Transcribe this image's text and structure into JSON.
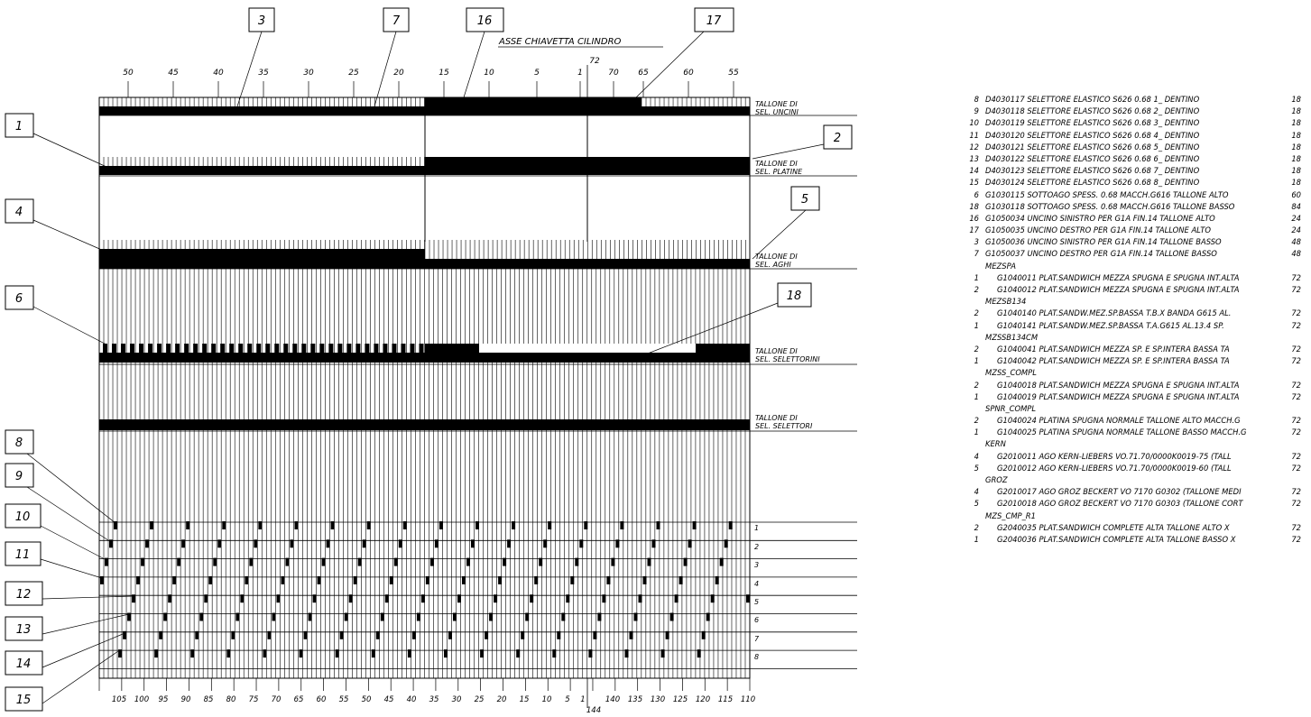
{
  "title": "ASSE CHIAVETTA CILINDRO",
  "top_scale": [
    "50",
    "45",
    "40",
    "35",
    "30",
    "25",
    "20",
    "15",
    "10",
    "5",
    "1",
    "70",
    "65",
    "60",
    "55"
  ],
  "top_scale_marker": "72",
  "bottom_scale": [
    "105",
    "100",
    "95",
    "90",
    "85",
    "80",
    "75",
    "70",
    "65",
    "60",
    "55",
    "50",
    "45",
    "40",
    "35",
    "30",
    "25",
    "20",
    "15",
    "10",
    "5",
    "1",
    "140",
    "135",
    "130",
    "125",
    "120",
    "115",
    "110"
  ],
  "bottom_scale_marker": "144",
  "tracks": [
    {
      "label_1": "TALLONE DI",
      "label_2": "SEL. UNCINI"
    },
    {
      "label_1": "TALLONE DI",
      "label_2": "SEL. PLATINE"
    },
    {
      "label_1": "TALLONE DI",
      "label_2": "SEL. AGHI"
    },
    {
      "label_1": "TALLONE DI",
      "label_2": "SEL. SELETTORINI"
    },
    {
      "label_1": "TALLONE DI",
      "label_2": "SEL. SELETTORI"
    }
  ],
  "selector_rows": [
    "1",
    "2",
    "3",
    "4",
    "5",
    "6",
    "7",
    "8"
  ],
  "callouts": [
    "1",
    "2",
    "3",
    "4",
    "5",
    "6",
    "7",
    "8",
    "9",
    "10",
    "11",
    "12",
    "13",
    "14",
    "15",
    "16",
    "17",
    "18"
  ],
  "bom": [
    {
      "qty": "8",
      "desc": "D4030117 SELETTORE ELASTICO S626 0.68 1_ DENTINO",
      "total": "18"
    },
    {
      "qty": "9",
      "desc": "D4030118 SELETTORE ELASTICO S626 0.68 2_ DENTINO",
      "total": "18"
    },
    {
      "qty": "10",
      "desc": "D4030119 SELETTORE ELASTICO S626 0.68 3_ DENTINO",
      "total": "18"
    },
    {
      "qty": "11",
      "desc": "D4030120 SELETTORE ELASTICO S626 0.68 4_ DENTINO",
      "total": "18"
    },
    {
      "qty": "12",
      "desc": "D4030121 SELETTORE ELASTICO S626 0.68 5_ DENTINO",
      "total": "18"
    },
    {
      "qty": "13",
      "desc": "D4030122 SELETTORE ELASTICO S626 0.68 6_ DENTINO",
      "total": "18"
    },
    {
      "qty": "14",
      "desc": "D4030123 SELETTORE ELASTICO S626 0.68 7_ DENTINO",
      "total": "18"
    },
    {
      "qty": "15",
      "desc": "D4030124 SELETTORE ELASTICO S626 0.68 8_ DENTINO",
      "total": "18"
    },
    {
      "qty": "6",
      "desc": "G1030115 SOTTOAGO SPESS. 0.68 MACCH.G616  TALLONE ALTO",
      "total": "60"
    },
    {
      "qty": "18",
      "desc": "G1030118 SOTTOAGO SPESS. 0.68 MACCH.G616  TALLONE BASSO",
      "total": "84"
    },
    {
      "qty": "16",
      "desc": "G1050034 UNCINO SINISTRO PER G1A FIN.14 TALLONE ALTO",
      "total": "24"
    },
    {
      "qty": "17",
      "desc": "G1050035 UNCINO DESTRO PER G1A FIN.14 TALLONE ALTO",
      "total": "24"
    },
    {
      "qty": "3",
      "desc": "G1050036 UNCINO SINISTRO PER G1A FIN.14 TALLONE BASSO",
      "total": "48"
    },
    {
      "qty": "7",
      "desc": "G1050037 UNCINO DESTRO PER G1A FIN.14 TALLONE BASSO",
      "total": "48"
    },
    {
      "qty": "",
      "desc": "MEZSPA",
      "total": "",
      "group": true
    },
    {
      "qty": "1",
      "desc": "G1040011 PLAT.SANDWICH MEZZA SPUGNA E SPUGNA INT.ALTA",
      "total": "72",
      "indent": true
    },
    {
      "qty": "2",
      "desc": "G1040012 PLAT.SANDWICH MEZZA SPUGNA E SPUGNA INT.ALTA",
      "total": "72",
      "indent": true
    },
    {
      "qty": "",
      "desc": "MEZSB134",
      "total": "",
      "group": true
    },
    {
      "qty": "2",
      "desc": "G1040140 PLAT.SANDW.MEZ.SP.BASSA T.B.X BANDA G615 AL.",
      "total": "72",
      "indent": true
    },
    {
      "qty": "1",
      "desc": "G1040141 PLAT.SANDW.MEZ.SP.BASSA T.A.G615 AL.13.4 SP.",
      "total": "72",
      "indent": true
    },
    {
      "qty": "",
      "desc": "MZSSB134CM",
      "total": "",
      "group": true
    },
    {
      "qty": "2",
      "desc": "G1040041 PLAT.SANDWICH MEZZA SP. E SP.INTERA BASSA TA",
      "total": "72",
      "indent": true
    },
    {
      "qty": "1",
      "desc": "G1040042 PLAT.SANDWICH MEZZA SP. E SP.INTERA BASSA TA",
      "total": "72",
      "indent": true
    },
    {
      "qty": "",
      "desc": "MZSS_COMPL",
      "total": "",
      "group": true
    },
    {
      "qty": "2",
      "desc": "G1040018 PLAT.SANDWICH MEZZA SPUGNA E SPUGNA INT.ALTA",
      "total": "72",
      "indent": true
    },
    {
      "qty": "1",
      "desc": "G1040019 PLAT.SANDWICH MEZZA SPUGNA E SPUGNA INT.ALTA",
      "total": "72",
      "indent": true
    },
    {
      "qty": "",
      "desc": "SPNR_COMPL",
      "total": "",
      "group": true
    },
    {
      "qty": "2",
      "desc": "G1040024 PLATINA SPUGNA NORMALE TALLONE  ALTO MACCH.G",
      "total": "72",
      "indent": true
    },
    {
      "qty": "1",
      "desc": "G1040025 PLATINA SPUGNA NORMALE TALLONE BASSO MACCH.G",
      "total": "72",
      "indent": true
    },
    {
      "qty": "",
      "desc": "KERN",
      "total": "",
      "group": true
    },
    {
      "qty": "4",
      "desc": "G2010011 AGO KERN-LIEBERS VO.71.70/0000K0019-75 (TALL",
      "total": "72",
      "indent": true
    },
    {
      "qty": "5",
      "desc": "G2010012 AGO KERN-LIEBERS VO.71.70/0000K0019-60 (TALL",
      "total": "72",
      "indent": true
    },
    {
      "qty": "",
      "desc": "GROZ",
      "total": "",
      "group": true
    },
    {
      "qty": "4",
      "desc": "G2010017 AGO GROZ BECKERT VO 7170 G0302 (TALLONE MEDI",
      "total": "72",
      "indent": true
    },
    {
      "qty": "5",
      "desc": "G2010018 AGO GROZ BECKERT VO 7170 G0303 (TALLONE CORT",
      "total": "72",
      "indent": true
    },
    {
      "qty": "",
      "desc": "MZS_CMP_R1",
      "total": "",
      "group": true
    },
    {
      "qty": "2",
      "desc": "G2040035 PLAT.SANDWICH COMPLETE ALTA TALLONE ALTO  X",
      "total": "72",
      "indent": true
    },
    {
      "qty": "1",
      "desc": "G2040036 PLAT.SANDWICH COMPLETE ALTA TALLONE BASSO  X",
      "total": "72",
      "indent": true
    }
  ]
}
